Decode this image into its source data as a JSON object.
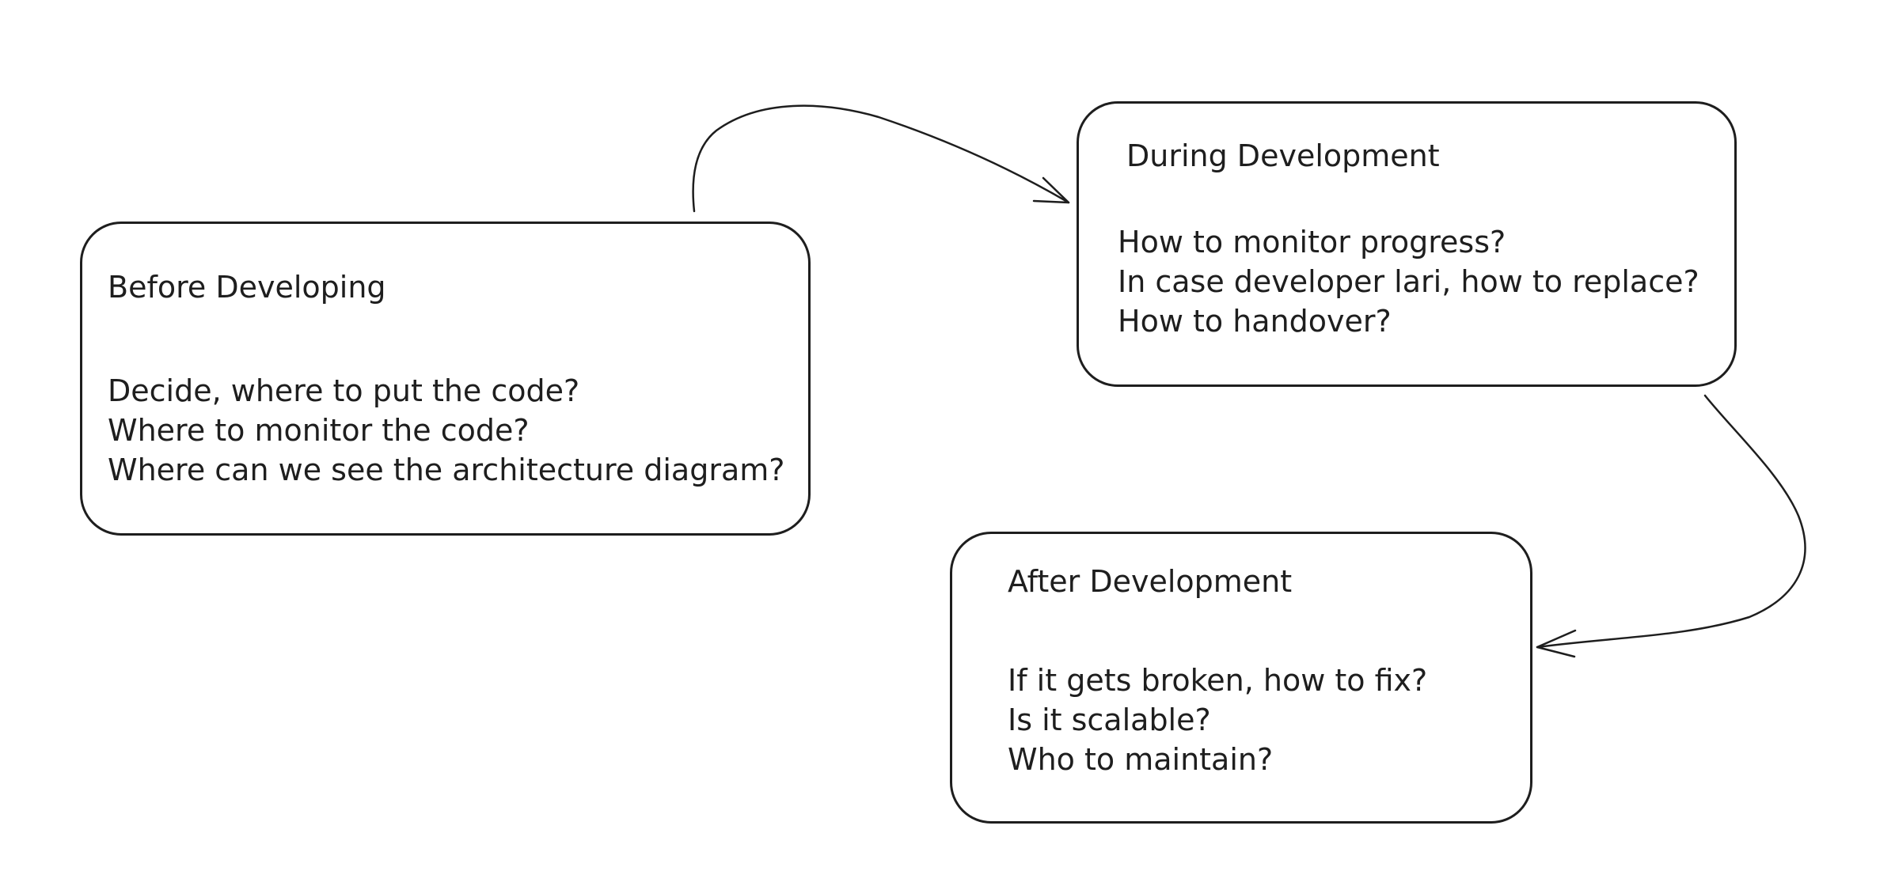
{
  "diagram": {
    "nodes": [
      {
        "id": "before",
        "title": "Before Developing",
        "lines": [
          "Decide, where to put the code?",
          "Where to monitor the code?",
          "Where can we see the architecture diagram?"
        ]
      },
      {
        "id": "during",
        "title": "During Development",
        "lines": [
          "How to monitor progress?",
          "In case developer lari, how to replace?",
          "How to handover?"
        ]
      },
      {
        "id": "after",
        "title": "After Development",
        "lines": [
          "If it gets broken, how to fix?",
          "Is it scalable?",
          "Who to maintain?"
        ]
      }
    ],
    "edges": [
      {
        "from": "before",
        "to": "during"
      },
      {
        "from": "during",
        "to": "after"
      }
    ],
    "colors": {
      "stroke": "#1e1e1e",
      "background": "#ffffff"
    }
  }
}
